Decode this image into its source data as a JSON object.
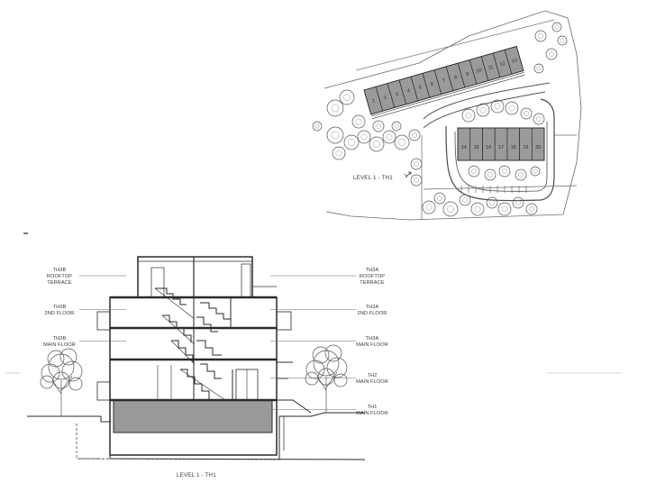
{
  "site_plan": {
    "caption": "LEVEL 1 - TH1",
    "north_units": [
      "1",
      "2",
      "3",
      "4",
      "5",
      "6",
      "7",
      "8",
      "9",
      "10",
      "11",
      "12",
      "13"
    ],
    "south_units": [
      "14",
      "15",
      "16",
      "17",
      "18",
      "19",
      "20"
    ]
  },
  "section": {
    "caption": "LEVEL 1 - TH1",
    "left_labels": [
      [
        "TH3B",
        "ROOFTOP",
        "TERRACE"
      ],
      [
        "TH3B",
        "2ND FLOOR"
      ],
      [
        "TH3B",
        "MAIN FLOOR"
      ]
    ],
    "right_labels": [
      [
        "TH3A",
        "ROOFTOP",
        "TERRACE"
      ],
      [
        "TH3A",
        "2ND FLOOR"
      ],
      [
        "TH3A",
        "MAIN FLOOR"
      ],
      [
        "TH2",
        "MAIN FLOOR"
      ],
      [
        "TH1",
        "MAIN FLOOR"
      ]
    ]
  },
  "colors": {
    "line": "#2a2a2a",
    "building_fill": "#8c8c8c",
    "highlight_fill": "#9a9a9a",
    "tree": "#555555"
  }
}
